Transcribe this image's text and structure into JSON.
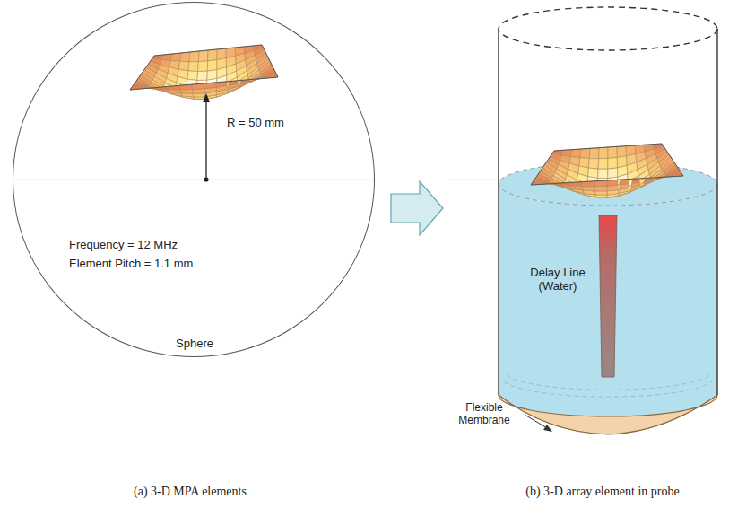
{
  "diagram": {
    "nodes": [
      {
        "text": [
          "R = 50 mm",
          "Frequency = 12 MHz",
          "Element Pitch = 1.1 mm",
          "Sphere"
        ]
      },
      {
        "text": [
          "Delay Line (Water)"
        ]
      }
    ],
    "labels": [
      "Flexible Membrane",
      "(a) 3-D MPA elements",
      "(b) 3-D array element in probe"
    ]
  }
}
